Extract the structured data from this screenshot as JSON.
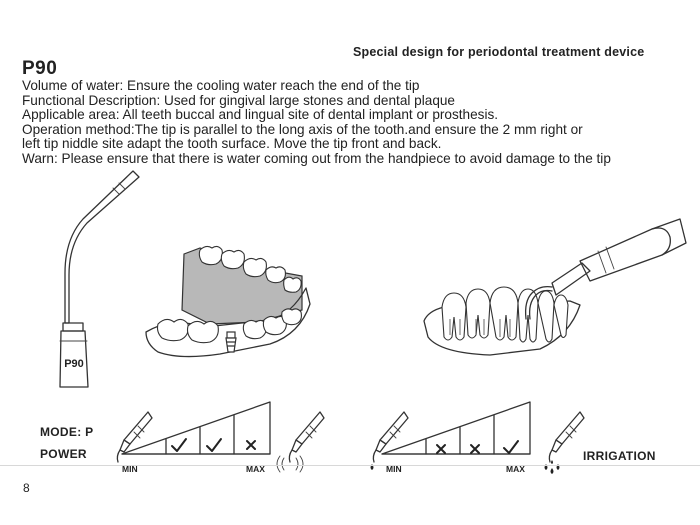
{
  "header": {
    "title": "Special design for periodontal treatment device"
  },
  "tip": {
    "code": "P90",
    "label_on_tip": "P90"
  },
  "description": [
    "Volume of water: Ensure the cooling water reach the end of the tip",
    "Functional Description: Used for gingival large stones and dental plaque",
    "Applicable area: All teeth buccal and lingual site of dental implant or prosthesis.",
    "Operation method:The tip is parallel to the long axis of the tooth.and ensure the 2 mm right or",
    "left tip niddle site adapt the tooth surface. Move the tip front and back.",
    "Warn: Please ensure that there is water coming out from the handpiece to avoid damage to the tip"
  ],
  "power_scale": {
    "mode_label": "MODE: P",
    "power_label": "POWER",
    "min_label": "MIN",
    "max_label": "MAX",
    "marks": [
      "check",
      "check",
      "cross"
    ]
  },
  "irrigation_scale": {
    "label": "IRRIGATION",
    "min_label": "MIN",
    "max_label": "MAX",
    "marks": [
      "cross",
      "cross",
      "check"
    ]
  },
  "page": {
    "number": "8"
  },
  "icons": {
    "tip": "scaler-tip-icon",
    "jaw": "lower-jaw-implant-icon",
    "teeth": "teeth-scaling-icon",
    "handpiece": "handpiece-icon",
    "check": "check-icon",
    "cross": "cross-icon"
  }
}
